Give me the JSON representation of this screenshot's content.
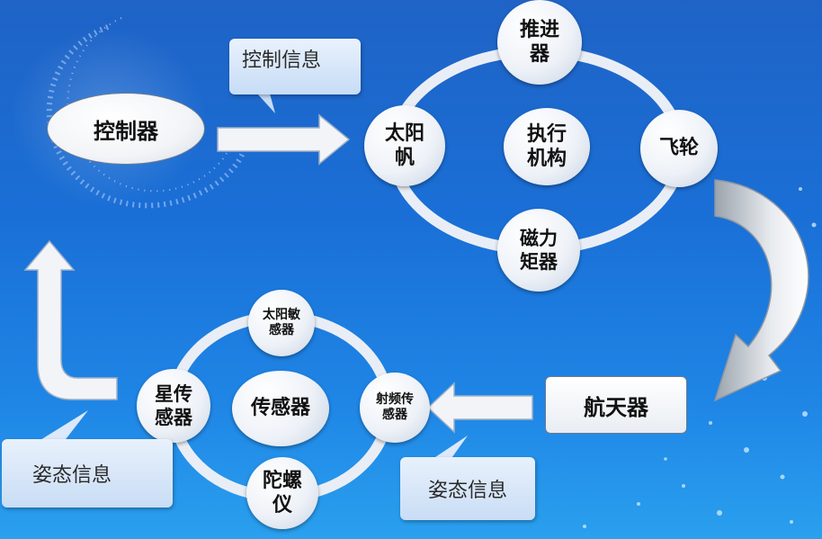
{
  "controller": {
    "label": "控制器"
  },
  "spacecraft": {
    "label": "航天器"
  },
  "actuators": {
    "center": "执行\n机构",
    "items": {
      "thruster": "推进\n器",
      "flywheel": "飞轮",
      "magnetorquer": "磁力\n矩器",
      "solar_sail": "太阳\n帆"
    }
  },
  "sensors": {
    "center": "传感器",
    "items": {
      "sun_sensor": "太阳敏\n感器",
      "rf_sensor": "射频传\n感器",
      "gyro": "陀螺\n仪",
      "star_sensor": "星传\n感器"
    }
  },
  "callouts": {
    "control_info": "控制信息",
    "attitude_info_right": "姿态信息",
    "attitude_info_left": "姿态信息"
  },
  "colors": {
    "ring": "#e9eef6",
    "arrow": "#f2f4f8",
    "background": "#1a6fd6"
  }
}
